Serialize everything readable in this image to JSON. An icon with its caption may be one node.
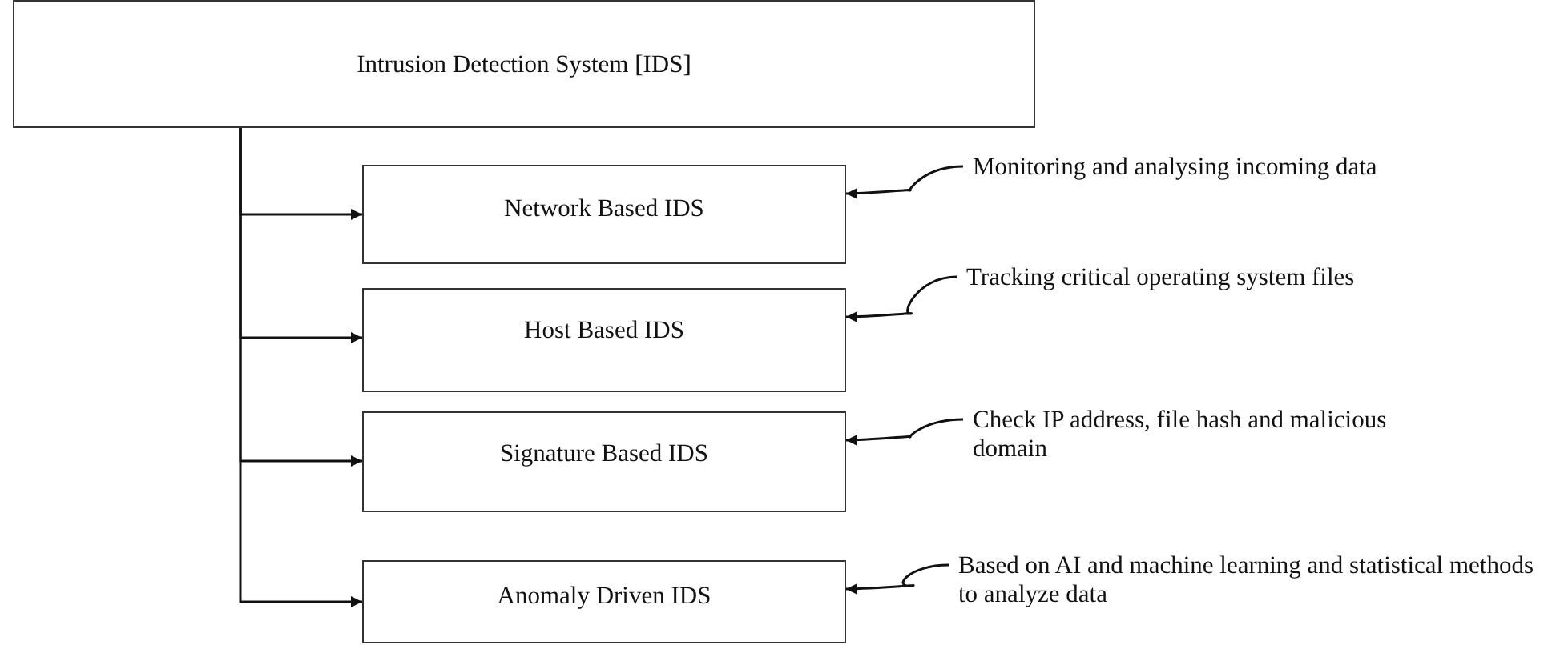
{
  "diagram": {
    "nodes": [
      {
        "text": [
          "Intrusion Detection System [IDS]"
        ]
      },
      {
        "text": [
          "Network Based IDS"
        ]
      },
      {
        "text": [
          "Host Based IDS"
        ]
      },
      {
        "text": [
          "Signature Based IDS"
        ]
      },
      {
        "text": [
          "Anomaly Driven IDS"
        ]
      },
      {
        "text": [
          "Monitoring and analysing incoming data"
        ]
      },
      {
        "text": [
          "Tracking critical operating system files"
        ]
      },
      {
        "text": [
          "Check IP address, file hash and malicious domain"
        ]
      },
      {
        "text": [
          "Based on AI and machine learning and statistical methods to analyze data"
        ]
      }
    ],
    "edges": [
      {
        "from": 0,
        "to": 1,
        "arrow": "to"
      },
      {
        "from": 0,
        "to": 2,
        "arrow": "to"
      },
      {
        "from": 0,
        "to": 3,
        "arrow": "to"
      },
      {
        "from": 0,
        "to": 4,
        "arrow": "to"
      },
      {
        "from": 5,
        "to": 1,
        "arrow": "to"
      },
      {
        "from": 6,
        "to": 2,
        "arrow": "to"
      },
      {
        "from": 7,
        "to": 3,
        "arrow": "to"
      },
      {
        "from": 8,
        "to": 4,
        "arrow": "to"
      }
    ]
  }
}
